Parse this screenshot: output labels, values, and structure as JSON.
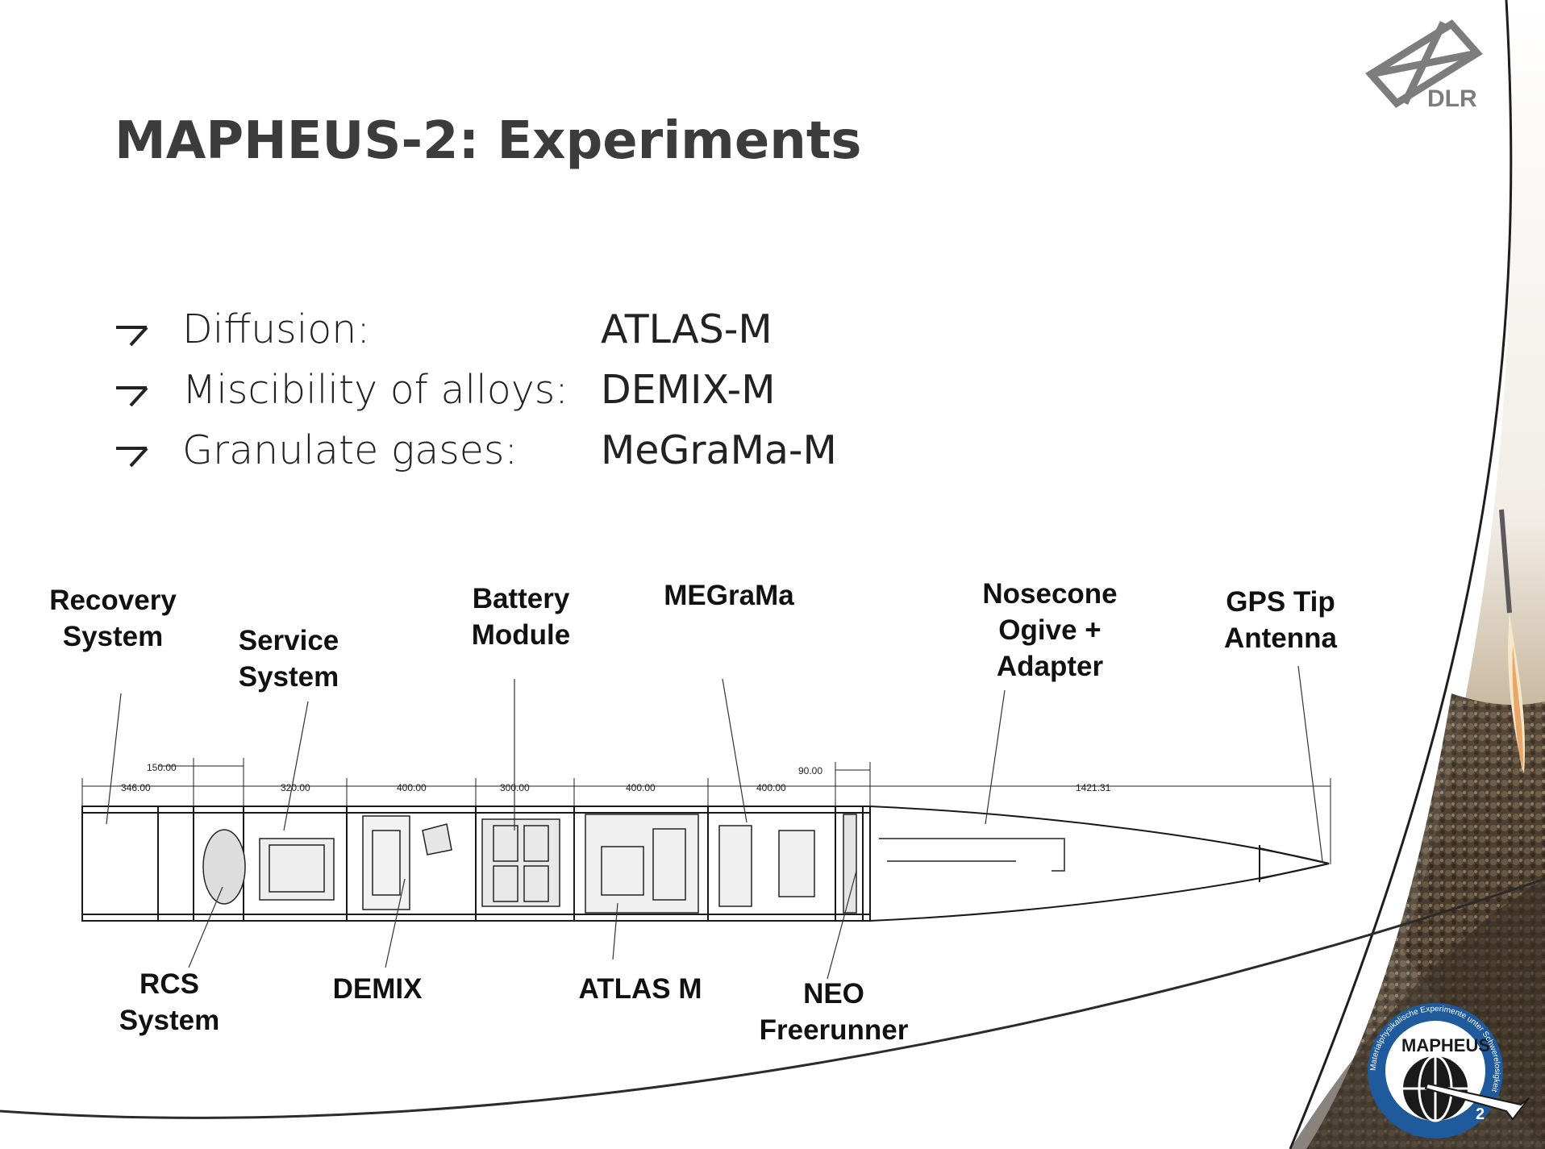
{
  "slide": {
    "title": "MAPHEUS-2: Experiments",
    "logo_text": "DLR",
    "badge": {
      "name": "MAPHEUS",
      "number": "2",
      "ring_text": "Materialphysikalische Experimente unter Schwerelosigkeit"
    }
  },
  "experiments": [
    {
      "label": "Diffusion:",
      "value": "ATLAS-M"
    },
    {
      "label": "Miscibility of alloys:",
      "value": "DEMIX-M"
    },
    {
      "label": "Granulate gases:",
      "value": "MeGraMa-M"
    }
  ],
  "diagram": {
    "labels": {
      "recovery": "Recovery\nSystem",
      "service": "Service\nSystem",
      "battery": "Battery\nModule",
      "megrama": "MEGraMa",
      "nosecone": "Nosecone\nOgive +\nAdapter",
      "gps": "GPS Tip\nAntenna",
      "rcs": "RCS\nSystem",
      "demix": "DEMIX",
      "atlas": "ATLAS M",
      "neo": "NEO\nFreerunner"
    },
    "dimensions": {
      "d150": "150.00",
      "d346": "346.00",
      "d320": "320.00",
      "d400a": "400.00",
      "d300": "300.00",
      "d400b": "400.00",
      "d400c": "400.00",
      "d90": "90.00",
      "d1421": "1421.31"
    }
  },
  "colors": {
    "title": "#3c3c3c",
    "sky_curve": "#2b2b2b",
    "badge_blue": "#1f5a9c"
  }
}
